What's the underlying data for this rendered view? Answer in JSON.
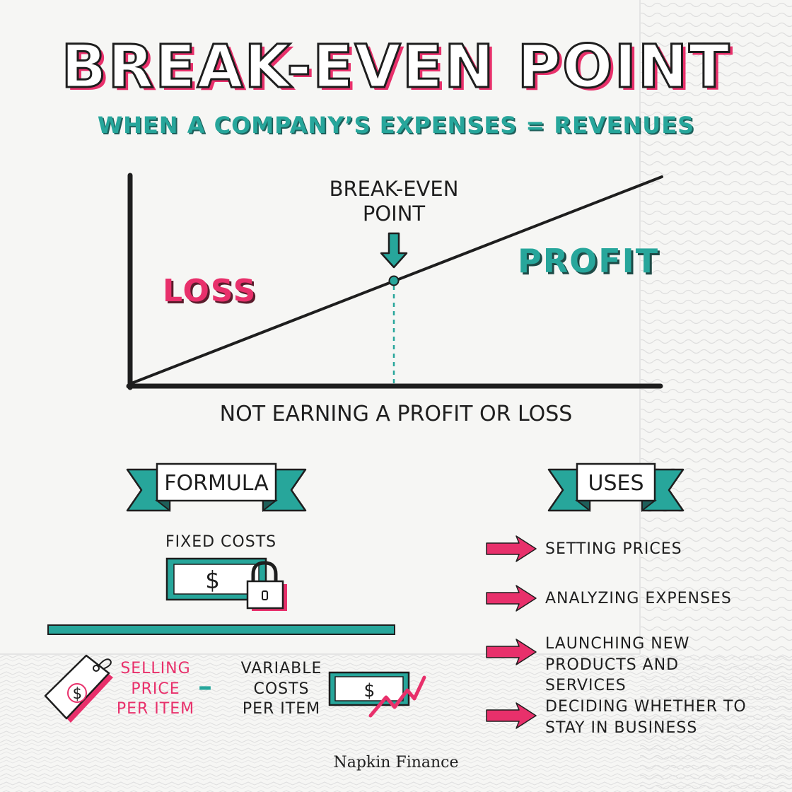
{
  "title": "BREAK-EVEN POINT",
  "subtitle": "WHEN A COMPANY’S EXPENSES = REVENUES",
  "chart": {
    "loss_label": "LOSS",
    "profit_label": "PROFIT",
    "break_even_label": "BREAK-EVEN POINT",
    "caption": "NOT EARNING A PROFIT OR LOSS"
  },
  "formula": {
    "ribbon_label": "FORMULA",
    "numerator_label": "FIXED COSTS",
    "selling_price_label": "SELLING PRICE PER ITEM",
    "minus_sign": "–",
    "variable_costs_label": "VARIABLE COSTS PER ITEM",
    "currency_symbol": "$"
  },
  "uses": {
    "ribbon_label": "USES",
    "items": [
      "SETTING PRICES",
      "ANALYZING EXPENSES",
      "LAUNCHING NEW PRODUCTS AND SERVICES",
      "DECIDING WHETHER TO STAY IN BUSINESS"
    ]
  },
  "brand": "Napkin Finance",
  "colors": {
    "teal": "#27a69b",
    "pink": "#e8306b",
    "ink": "#1e1e1e",
    "paper": "#f6f6f4"
  },
  "icons": [
    "arrow-down-icon",
    "dollar-bill-icon",
    "padlock-icon",
    "price-tag-icon",
    "trend-up-icon",
    "arrow-right-icon",
    "ribbon-banner-icon"
  ]
}
